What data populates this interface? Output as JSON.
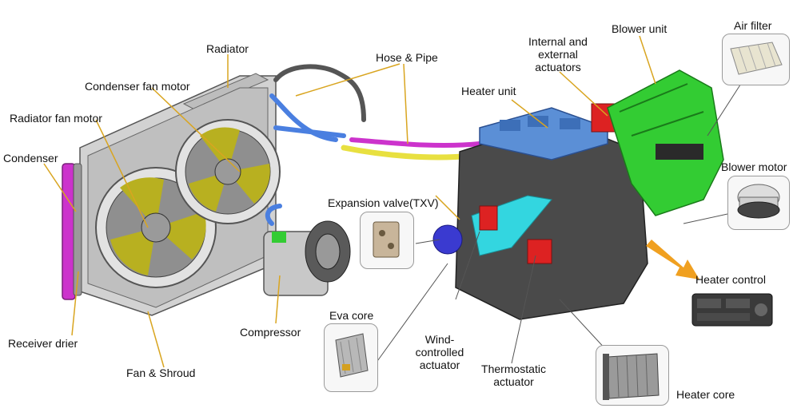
{
  "labels": {
    "radiator": "Radiator",
    "condenser_fan_motor": "Condenser fan motor",
    "radiator_fan_motor": "Radiator fan motor",
    "condenser": "Condenser",
    "receiver_drier": "Receiver drier",
    "fan_shroud": "Fan & Shroud",
    "compressor": "Compressor",
    "hose_pipe": "Hose & Pipe",
    "actuators_line1": "Internal and",
    "actuators_line2": "external",
    "actuators_line3": "actuators",
    "heater_unit": "Heater unit",
    "blower_unit": "Blower unit",
    "air_filter": "Air filter",
    "blower_motor": "Blower motor",
    "expansion_valve": "Expansion valve(TXV)",
    "heater_control": "Heater control",
    "eva_core": "Eva core",
    "wind_line1": "Wind-",
    "wind_line2": "controlled",
    "wind_line3": "actuator",
    "thermo_line1": "Thermostatic",
    "thermo_line2": "actuator",
    "heater_core": "Heater core"
  },
  "colors": {
    "leader": "#d9a520",
    "condenser": "#cc33cc",
    "fan_blade": "#b8b020",
    "blower_green": "#33cc33",
    "heater_blue": "#5b8fd6",
    "duct_cyan": "#33d6e0",
    "pipe_yellow": "#e8e040",
    "pipe_magenta": "#cc33cc",
    "actuator_red": "#dd2222",
    "arrow_orange": "#f0a020"
  }
}
